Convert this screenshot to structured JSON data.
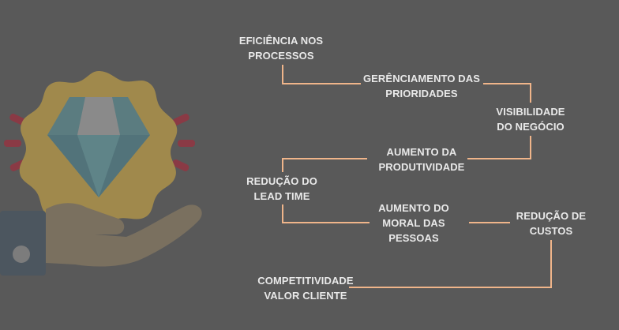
{
  "diagram": {
    "nodes": {
      "eficiencia": {
        "lines": [
          "EFICIÊNCIA NOS",
          "PROCESSOS"
        ]
      },
      "gerenciamento": {
        "lines": [
          "GERÊNCIAMENTO DAS",
          "PRIORIDADES"
        ]
      },
      "visibilidade": {
        "lines": [
          "VISIBILIDADE",
          "DO NEGÓCIO"
        ]
      },
      "produtividade": {
        "lines": [
          "AUMENTO DA",
          "PRODUTIVIDADE"
        ]
      },
      "lead_time": {
        "lines": [
          "REDUÇÃO DO",
          "LEAD TIME"
        ]
      },
      "moral": {
        "lines": [
          "AUMENTO DO",
          "MORAL DAS",
          "PESSOAS"
        ]
      },
      "custos": {
        "lines": [
          "REDUÇÃO DE",
          "CUSTOS"
        ]
      },
      "competitividade": {
        "lines": [
          "COMPETITIVIDADE",
          "VALOR CLIENTE"
        ]
      }
    },
    "colors": {
      "background": "#595959",
      "text": "#e9e9e9",
      "connector": "#f0b58a"
    }
  },
  "illustration": {
    "icons": [
      "hand-icon",
      "diamond-icon",
      "badge-icon",
      "sparkle-icon"
    ],
    "colors": {
      "badge": "#a0894c",
      "diamond_top": "#8a8a8a",
      "diamond_body": "#5b7c80",
      "hand": "#7a705f",
      "cuff": "#4c565f",
      "sparkle": "#8a3a45"
    }
  }
}
